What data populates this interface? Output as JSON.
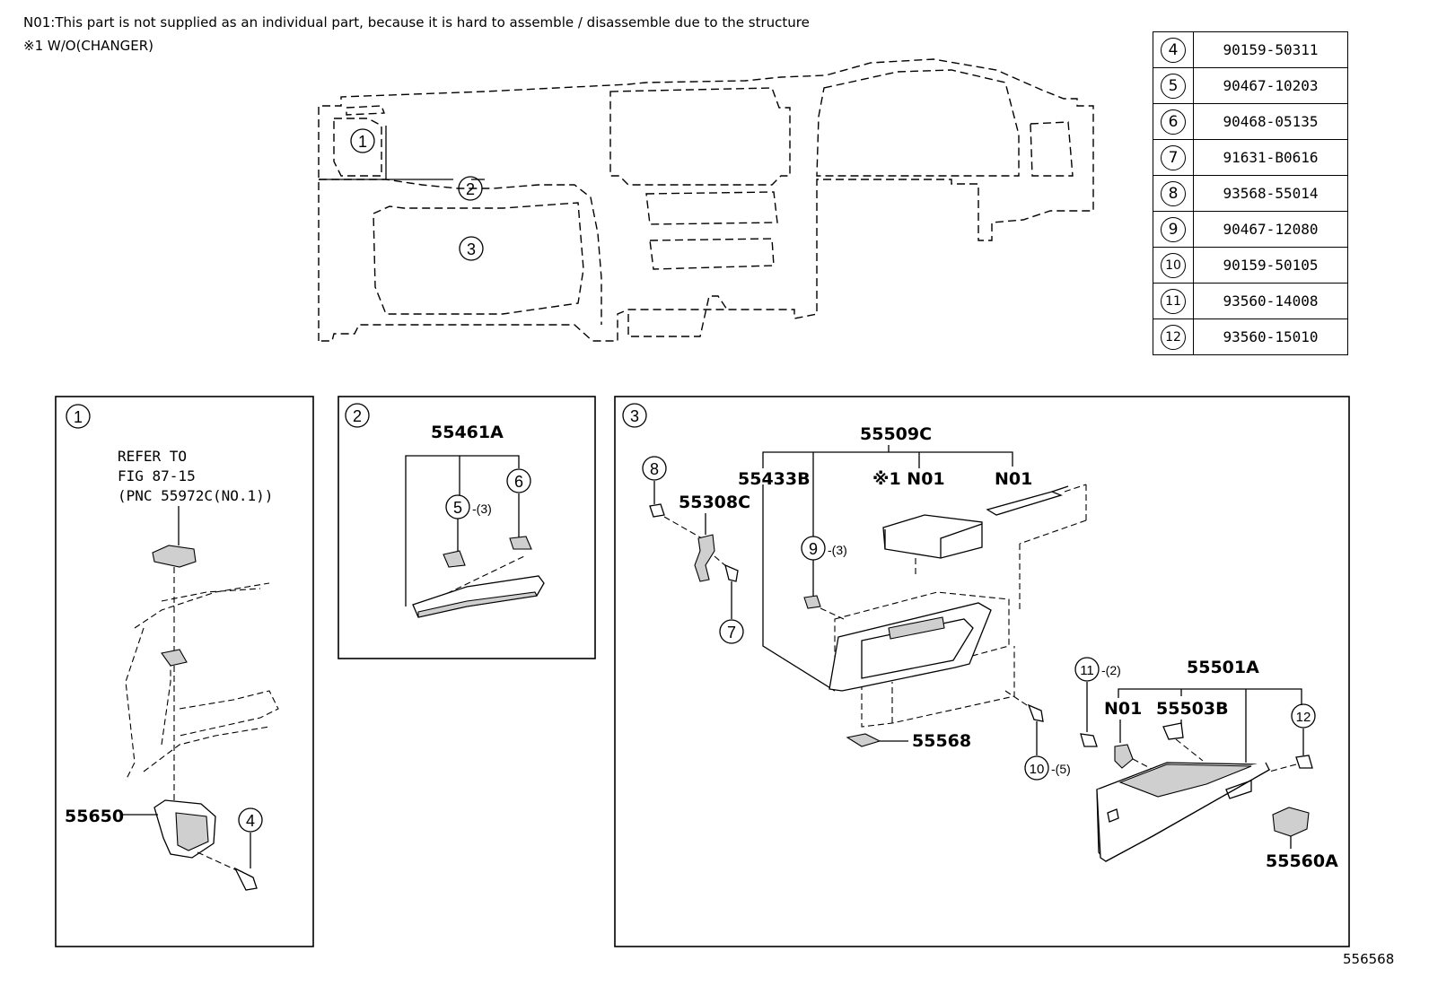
{
  "notes": {
    "n01": "N01:This part is not supplied as an individual part, because it is hard to assemble / disassemble due to the structure",
    "w_o_changer": "※1 W/O(CHANGER)"
  },
  "parts_table": [
    {
      "ref": "4",
      "part": "90159-50311"
    },
    {
      "ref": "5",
      "part": "90467-10203"
    },
    {
      "ref": "6",
      "part": "90468-05135"
    },
    {
      "ref": "7",
      "part": "91631-B0616"
    },
    {
      "ref": "8",
      "part": "93568-55014"
    },
    {
      "ref": "9",
      "part": "90467-12080"
    },
    {
      "ref": "10",
      "part": "90159-50105"
    },
    {
      "ref": "11",
      "part": "93560-14008"
    },
    {
      "ref": "12",
      "part": "93560-15010"
    }
  ],
  "overview_callouts": [
    "1",
    "2",
    "3"
  ],
  "panel1": {
    "id": "1",
    "refer_line1": "REFER TO",
    "refer_line2": "FIG 87-15",
    "refer_line3": "(PNC 55972C(NO.1))",
    "part": "55650",
    "screw_ref": "4"
  },
  "panel2": {
    "id": "2",
    "part": "55461A",
    "ref5": "5",
    "ref5_qty": "-(3)",
    "ref6": "6"
  },
  "panel3": {
    "id": "3",
    "top_part": "55509C",
    "part_55433b": "55433B",
    "n01_a": "※1 N01",
    "n01_b": "N01",
    "part_55308c": "55308C",
    "ref8": "8",
    "ref7": "7",
    "ref9": "9",
    "ref9_qty": "-(3)",
    "part_55568": "55568",
    "ref10": "10",
    "ref10_qty": "-(5)",
    "ref11": "11",
    "ref11_qty": "-(2)",
    "part_55501a": "55501A",
    "n01_c": "N01",
    "part_55503b": "55503B",
    "ref12": "12",
    "part_55560a": "55560A"
  },
  "figure_number": "556568"
}
